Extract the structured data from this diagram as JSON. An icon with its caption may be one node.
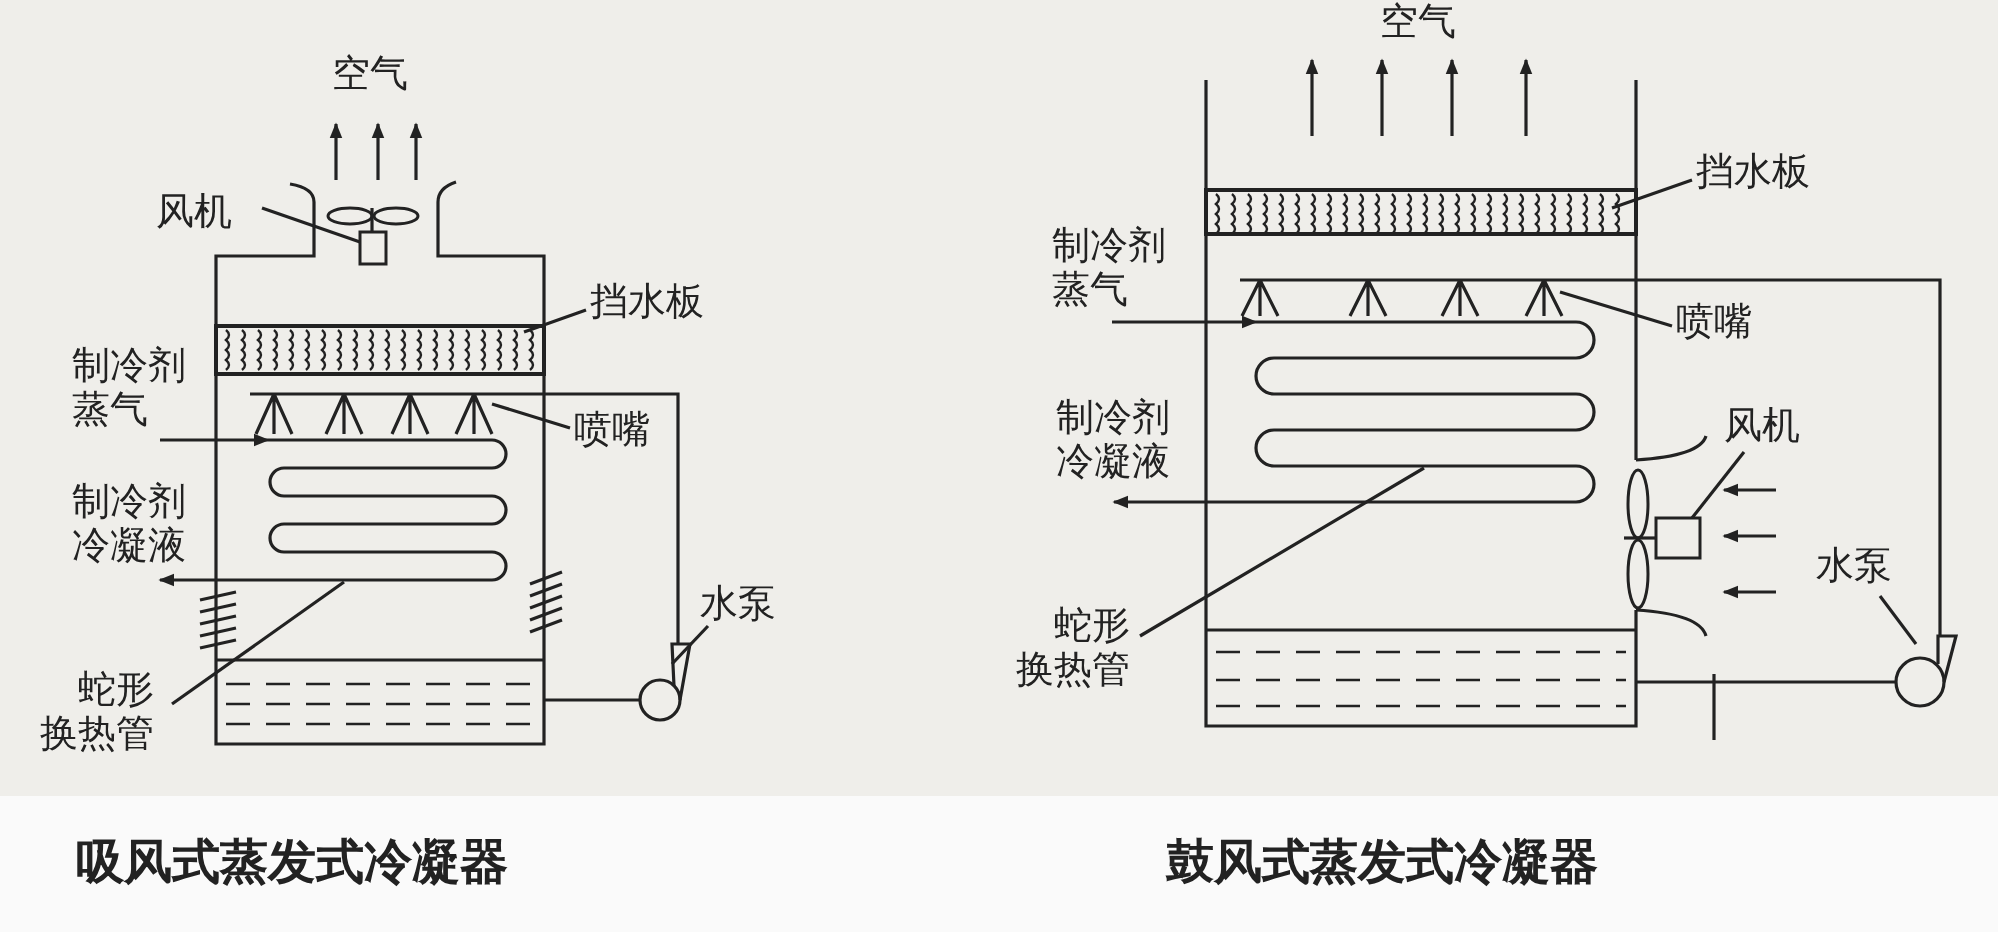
{
  "diagram": {
    "nodes": [
      {
        "text": [
          "风机"
        ]
      },
      {
        "text": [],
        "shape": "fan"
      },
      {
        "text": [
          "挡水板"
        ]
      },
      {
        "text": [],
        "shape": "box"
      },
      {
        "text": [
          "制冷剂蒸气"
        ]
      },
      {
        "text": [
          "喷嘴"
        ]
      },
      {
        "text": [],
        "shape": "nozzle"
      },
      {
        "text": [
          "制冷剂冷凝液"
        ]
      },
      {
        "text": [],
        "shape": "coil"
      },
      {
        "text": [
          "蛇形换热管"
        ]
      },
      {
        "text": [
          "水泵"
        ]
      },
      {
        "text": [],
        "shape": "pump"
      },
      {
        "text": [],
        "shape": "tank"
      },
      {
        "text": [
          "风机"
        ]
      },
      {
        "text": [],
        "shape": "fan"
      },
      {
        "text": [
          "挡水板"
        ]
      },
      {
        "text": [],
        "shape": "box"
      },
      {
        "text": [
          "制冷剂蒸气"
        ]
      },
      {
        "text": [
          "喷嘴"
        ]
      },
      {
        "text": [],
        "shape": "nozzle"
      },
      {
        "text": [
          "制冷剂冷凝液"
        ]
      },
      {
        "text": [],
        "shape": "coil"
      },
      {
        "text": [
          "蛇形换热管"
        ]
      },
      {
        "text": [
          "水泵"
        ]
      },
      {
        "text": [],
        "shape": "pump"
      },
      {
        "text": [],
        "shape": "tank"
      }
    ],
    "edges": [
      {
        "from": 0,
        "to": 1,
        "arrow": "none"
      },
      {
        "from": 2,
        "to": 3,
        "arrow": "none"
      },
      {
        "from": 4,
        "to": 8,
        "arrow": "to"
      },
      {
        "from": 5,
        "to": 6,
        "arrow": "none"
      },
      {
        "from": 8,
        "to": 7,
        "arrow": "to"
      },
      {
        "from": 9,
        "to": 8,
        "arrow": "none"
      },
      {
        "from": 10,
        "to": 11,
        "arrow": "none"
      },
      {
        "from": 12,
        "to": 11,
        "arrow": "none"
      },
      {
        "from": 11,
        "to": 6,
        "arrow": "none"
      },
      {
        "from": 13,
        "to": 14,
        "arrow": "none"
      },
      {
        "from": 15,
        "to": 16,
        "arrow": "none"
      },
      {
        "from": 17,
        "to": 21,
        "arrow": "to"
      },
      {
        "from": 18,
        "to": 19,
        "arrow": "none"
      },
      {
        "from": 21,
        "to": 20,
        "arrow": "to"
      },
      {
        "from": 22,
        "to": 21,
        "arrow": "none"
      },
      {
        "from": 23,
        "to": 24,
        "arrow": "none"
      },
      {
        "from": 25,
        "to": 24,
        "arrow": "none"
      },
      {
        "from": 24,
        "to": 19,
        "arrow": "none"
      }
    ],
    "labels": [
      "空气",
      "空气",
      "吸风式蒸发式冷凝器",
      "鼓风式蒸发式冷凝器"
    ]
  }
}
